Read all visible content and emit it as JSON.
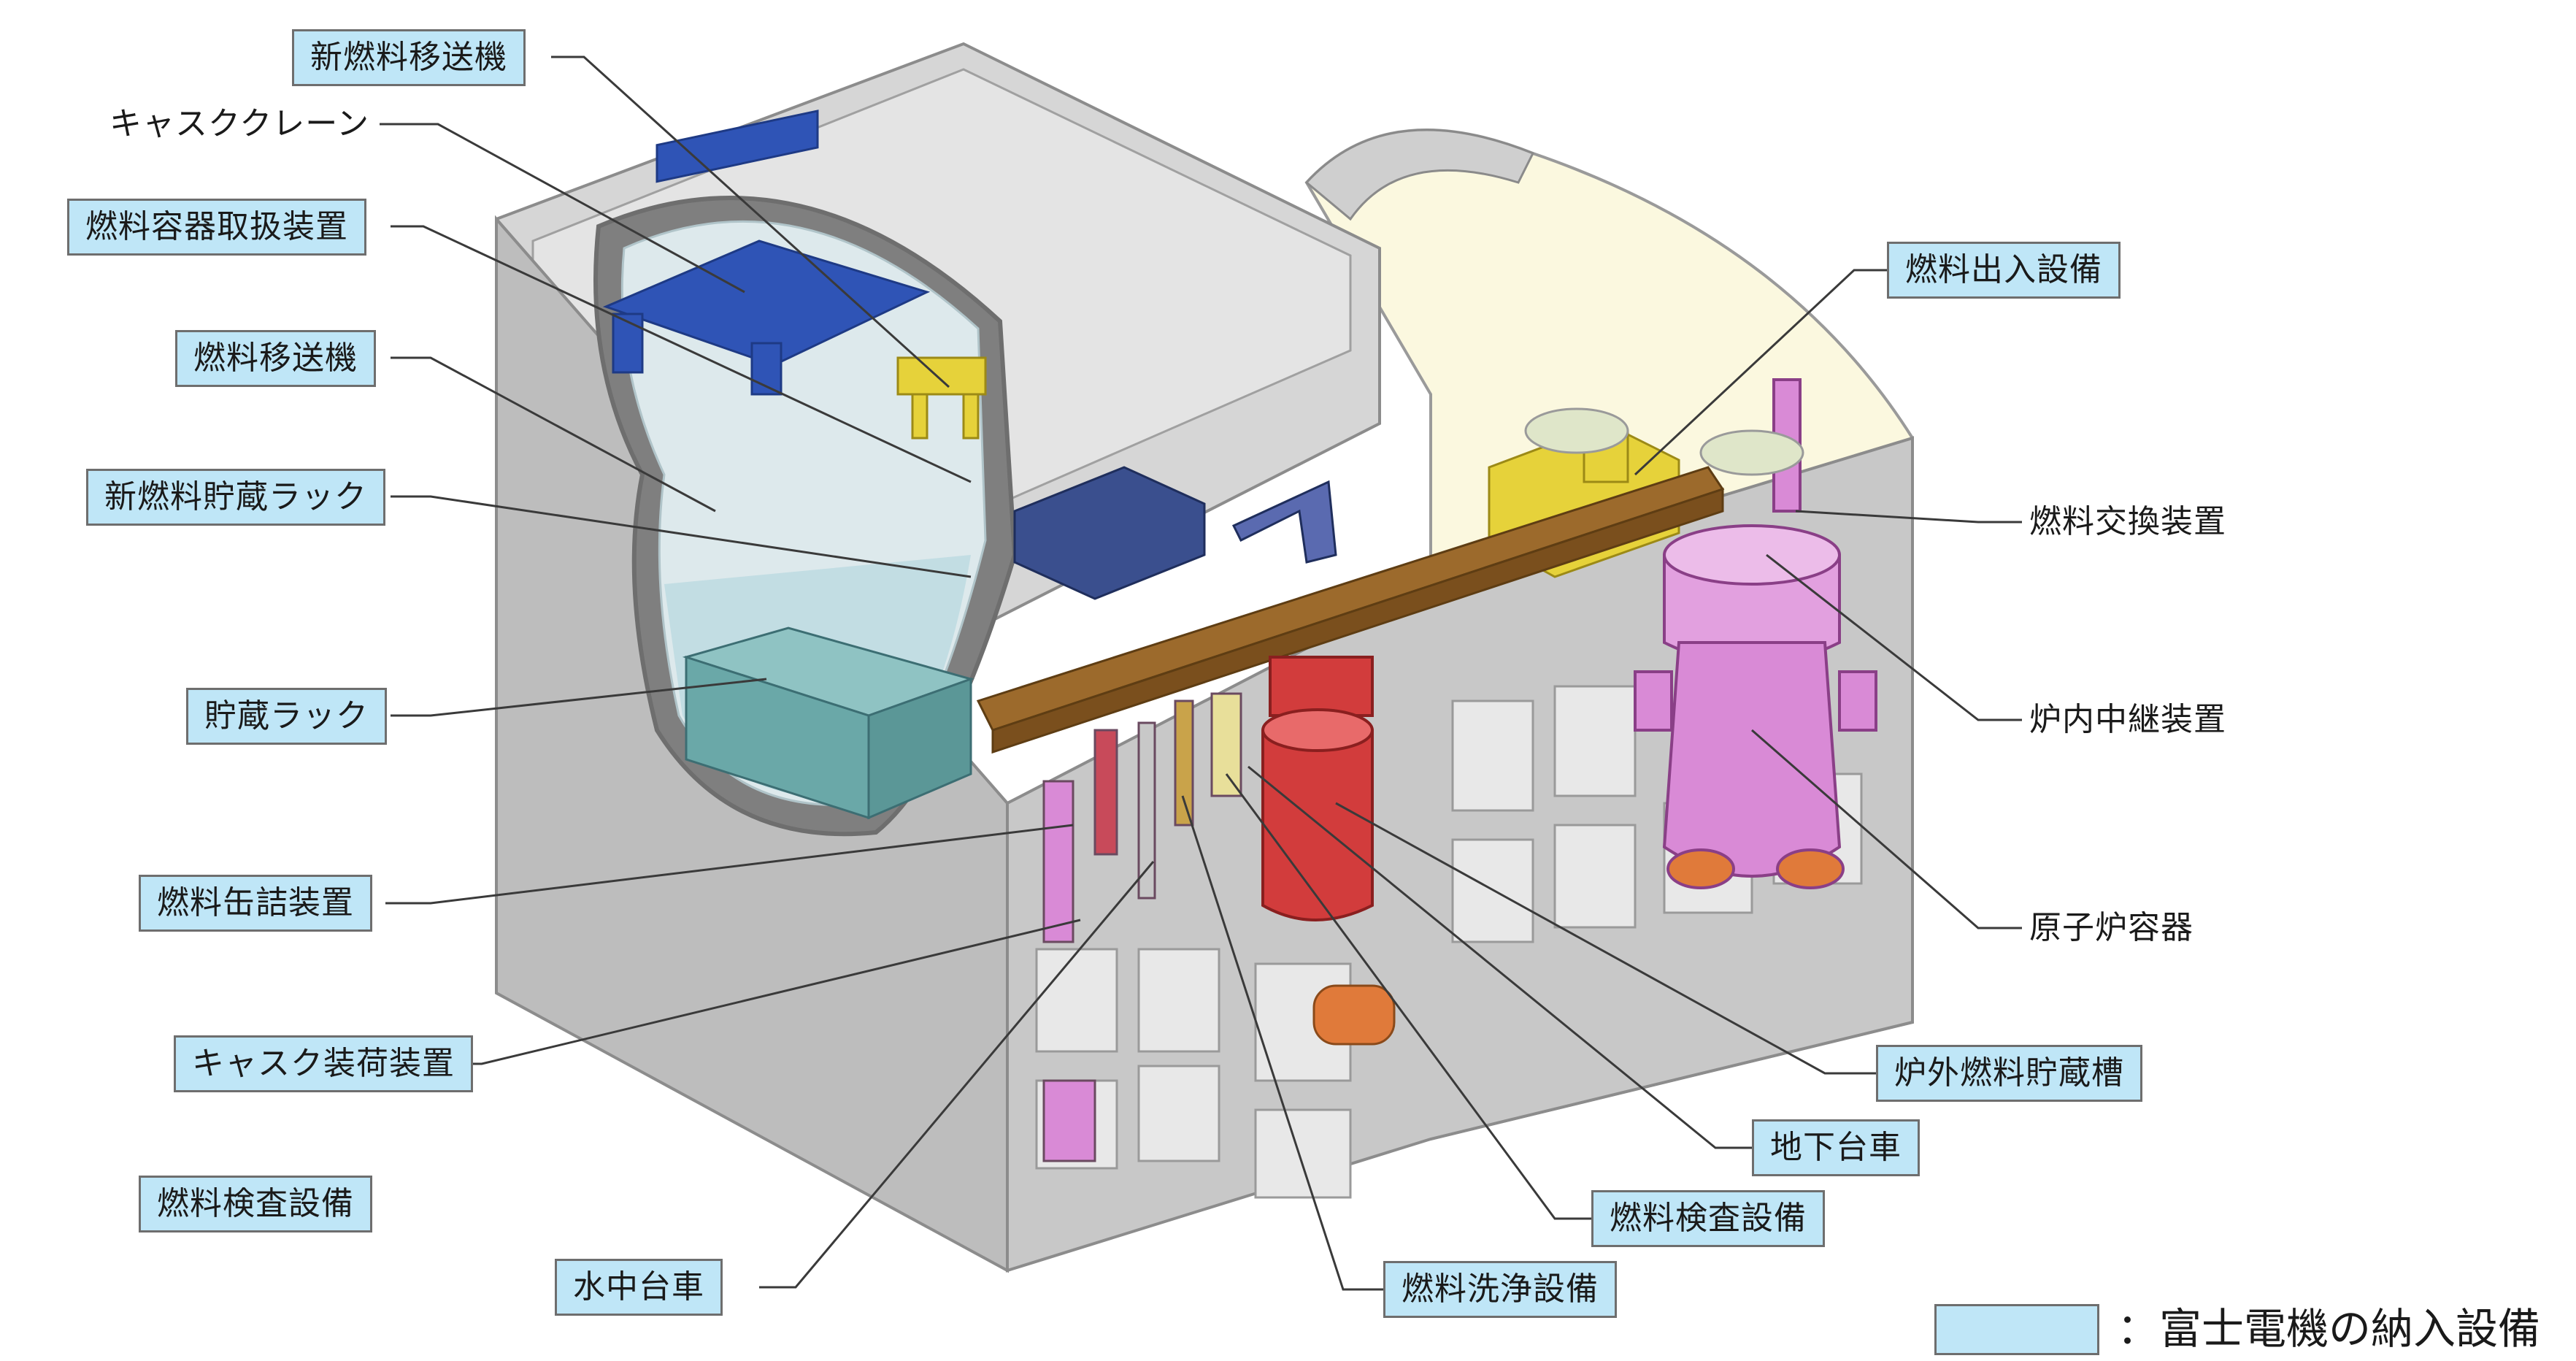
{
  "labels": {
    "new_fuel_transfer": "新燃料移送機",
    "cask_crane": "キャスククレーン",
    "fuel_container_handling": "燃料容器取扱装置",
    "fuel_transfer": "燃料移送機",
    "new_fuel_rack": "新燃料貯蔵ラック",
    "storage_rack": "貯蔵ラック",
    "fuel_canning": "燃料缶詰装置",
    "cask_loading": "キャスク装荷装置",
    "fuel_inspection_left": "燃料検査設備",
    "underwater_cart": "水中台車",
    "fuel_washing": "燃料洗浄設備",
    "fuel_inspection_bottom": "燃料検査設備",
    "underground_cart": "地下台車",
    "exvessel_storage": "炉外燃料貯蔵槽",
    "reactor_vessel": "原子炉容器",
    "invessel_relay": "炉内中継装置",
    "refueling_machine": "燃料交換装置",
    "fuel_inout": "燃料出入設備"
  },
  "legend": {
    "text": "：富士電機の納入設備"
  },
  "colors": {
    "supplied_box": "#bfe6f7",
    "concrete": "#c8c8c8",
    "reactor": "#d98ad6",
    "storage_tank": "#d23c3c",
    "crane": "#2f54b6",
    "rail": "#9c6a2c",
    "machine": "#e6d23a",
    "pool_water": "#cde4ea"
  }
}
